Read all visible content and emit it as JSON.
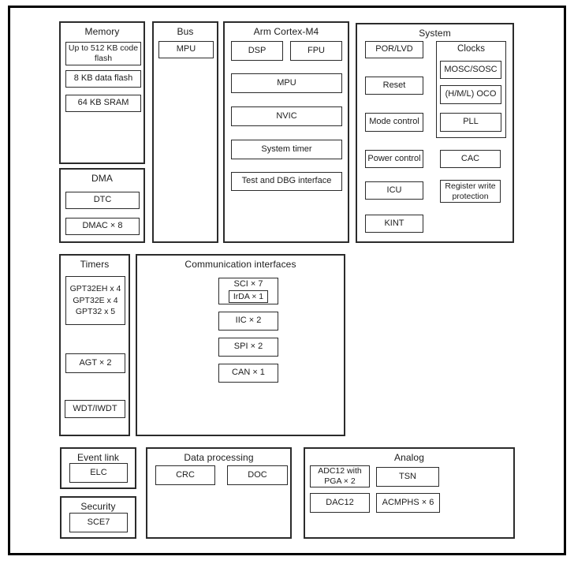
{
  "diagram": {
    "memory": {
      "title": "Memory",
      "code_flash": "Up to 512 KB code flash",
      "data_flash": "8 KB data flash",
      "sram": "64 KB SRAM"
    },
    "dma": {
      "title": "DMA",
      "dtc": "DTC",
      "dmac": "DMAC × 8"
    },
    "bus": {
      "title": "Bus",
      "mpu": "MPU"
    },
    "cortex": {
      "title": "Arm Cortex-M4",
      "dsp": "DSP",
      "fpu": "FPU",
      "mpu": "MPU",
      "nvic": "NVIC",
      "system_timer": "System timer",
      "test_dbg": "Test and DBG interface"
    },
    "system": {
      "title": "System",
      "por_lvd": "POR/LVD",
      "reset": "Reset",
      "mode_control": "Mode control",
      "power_control": "Power control",
      "icu": "ICU",
      "kint": "KINT",
      "clocks": {
        "title": "Clocks",
        "mosc_sosc": "MOSC/SOSC",
        "oco": "(H/M/L) OCO",
        "pll": "PLL"
      },
      "cac": "CAC",
      "reg_write_protection": "Register write protection"
    },
    "timers": {
      "title": "Timers",
      "gpt_lines": [
        "GPT32EH x 4",
        "GPT32E x 4",
        "GPT32 x 5"
      ],
      "agt": "AGT × 2",
      "wdt": "WDT/IWDT"
    },
    "comm": {
      "title": "Communication interfaces",
      "sci": "SCI × 7",
      "irda": "IrDA × 1",
      "iic": "IIC × 2",
      "spi": "SPI × 2",
      "can": "CAN × 1"
    },
    "event_link": {
      "title": "Event link",
      "elc": "ELC"
    },
    "security": {
      "title": "Security",
      "sce7": "SCE7"
    },
    "data_processing": {
      "title": "Data processing",
      "crc": "CRC",
      "doc": "DOC"
    },
    "analog": {
      "title": "Analog",
      "adc": "ADC12 with PGA × 2",
      "tsn": "TSN",
      "dac": "DAC12",
      "acmphs": "ACMPHS × 6"
    }
  }
}
